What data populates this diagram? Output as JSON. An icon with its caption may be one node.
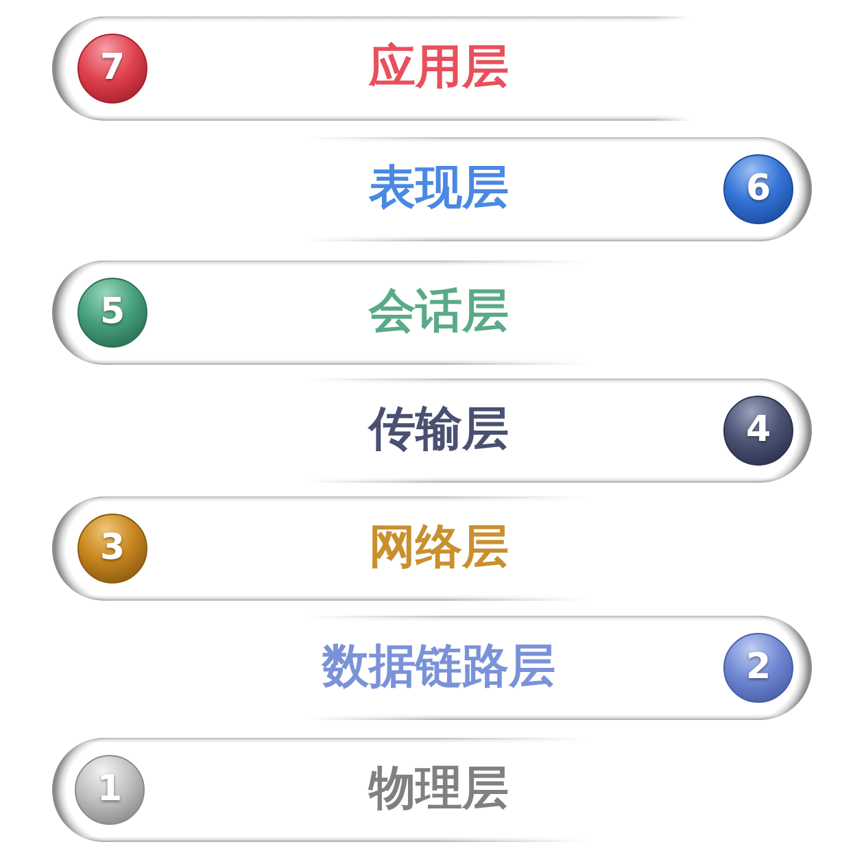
{
  "diagram": {
    "nodes": [
      {
        "text": [
          "应用层"
        ]
      },
      {
        "text": [
          "7"
        ],
        "in": 0
      },
      {
        "text": [
          "表现层"
        ]
      },
      {
        "text": [
          "6"
        ],
        "in": 2
      },
      {
        "text": [
          "会话层"
        ]
      },
      {
        "text": [
          "5"
        ],
        "in": 4
      },
      {
        "text": [
          "传输层"
        ]
      },
      {
        "text": [
          "4"
        ],
        "in": 6
      },
      {
        "text": [
          "网络层"
        ]
      },
      {
        "text": [
          "3"
        ],
        "in": 8
      },
      {
        "text": [
          "数据链路层"
        ]
      },
      {
        "text": [
          "2"
        ],
        "in": 10
      },
      {
        "text": [
          "物理层"
        ]
      },
      {
        "text": [
          "1"
        ],
        "in": 12
      }
    ],
    "edges": []
  }
}
